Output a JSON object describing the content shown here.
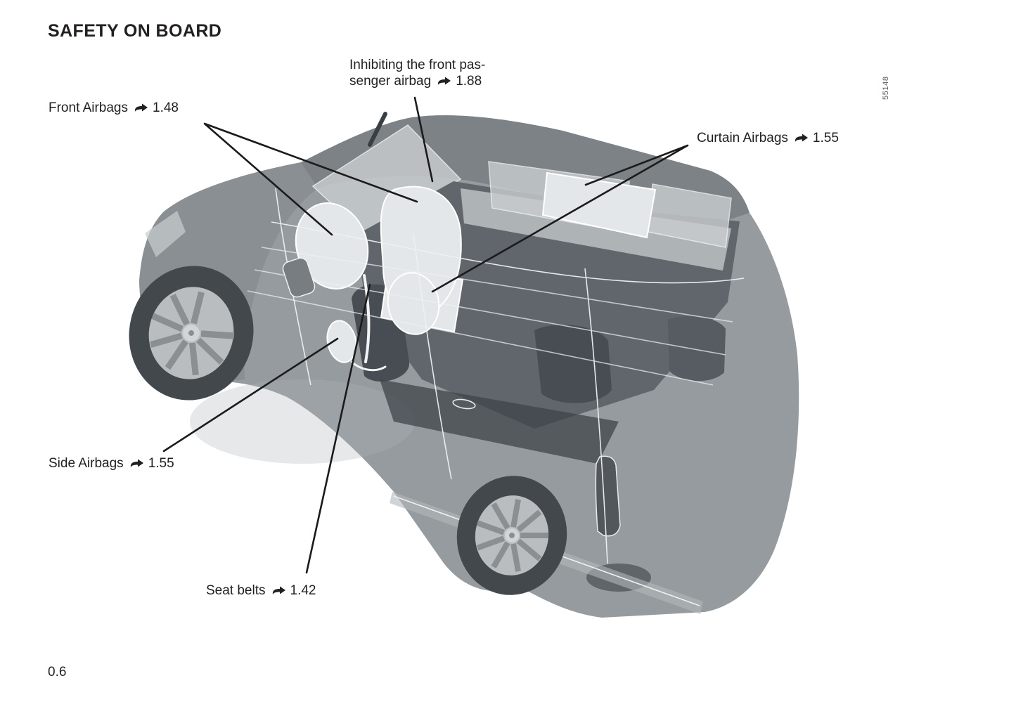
{
  "page": {
    "title": "SAFETY ON BOARD",
    "page_number": "0.6",
    "figure_number": "55148"
  },
  "labels": {
    "inhibiting": {
      "text_line1": "Inhibiting the front pas-",
      "text_line2": "senger airbag",
      "ref": "1.88"
    },
    "front_airbags": {
      "text": "Front Airbags",
      "ref": "1.48"
    },
    "curtain_airbags": {
      "text": "Curtain Airbags",
      "ref": "1.55"
    },
    "side_airbags": {
      "text": "Side Airbags",
      "ref": "1.55"
    },
    "seat_belts": {
      "text": "Seat belts",
      "ref": "1.42"
    }
  },
  "icons": {
    "page_reference_arrow": "black right-pointing arrow with hooked tail"
  },
  "colors": {
    "text": "#231f20",
    "callout_line": "#1b1b1b",
    "body_gray": "#969b9f",
    "roof_gray": "#7d8286",
    "interior_gray": "#61666c",
    "airbag_light": "#e4e7e9",
    "figure_number_gray": "#58595b"
  }
}
